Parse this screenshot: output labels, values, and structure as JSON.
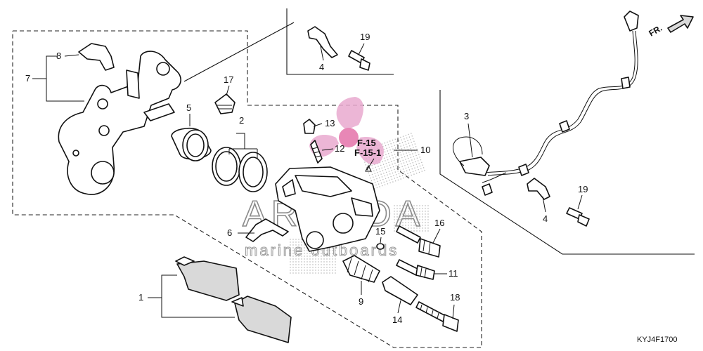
{
  "diagram": {
    "diagram_code": "KYJ4F1700",
    "front_marker": "FR.",
    "references": [
      "F-15",
      "F-15-1"
    ],
    "watermark": {
      "brand": "ARMADA",
      "tagline": "marine outboards",
      "logo_color": "#e9a9cf",
      "logo_center_color": "#e887b6"
    },
    "callouts": {
      "c1": "1",
      "c2": "2",
      "c3": "3",
      "c4a": "4",
      "c4b": "4",
      "c5": "5",
      "c6": "6",
      "c7": "7",
      "c8": "8",
      "c9": "9",
      "c10": "10",
      "c11": "11",
      "c12": "12",
      "c13": "13",
      "c14": "14",
      "c15": "15",
      "c16": "16",
      "c17": "17",
      "c18": "18",
      "c19a": "19",
      "c19b": "19"
    }
  }
}
